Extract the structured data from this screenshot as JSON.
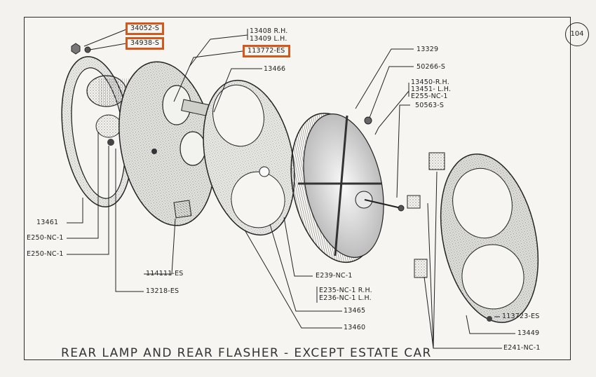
{
  "page_number": "104",
  "title": "REAR LAMP AND REAR FLASHER - EXCEPT ESTATE CAR",
  "highlight_color": "#d4571b",
  "labels": {
    "l34052": "34052-S",
    "l34938": "34938-S",
    "l13408": "13408 R.H.",
    "l13409": "13409 L.H.",
    "l113772": "113772-ES",
    "l13466": "13466",
    "l13329": "13329",
    "l50266": "50266-S",
    "l13450": "13450-R.H.",
    "l13451": "13451- L.H.",
    "lE255": "E255-NC-1",
    "l50563": "50563-S",
    "l13461": "13461",
    "lE250a": "E250-NC-1",
    "lE250b": "E250-NC-1",
    "l114111": "114111-ES",
    "l13218": "13218-ES",
    "lE239": "E239-NC-1",
    "lE235": "E235-NC-1 R.H.",
    "lE236": "E236-NC-1 L.H.",
    "l13465": "13465",
    "l13460": "13460",
    "l113723": "113723-ES",
    "l13449": "13449",
    "lE241": "E241-NC-1"
  }
}
